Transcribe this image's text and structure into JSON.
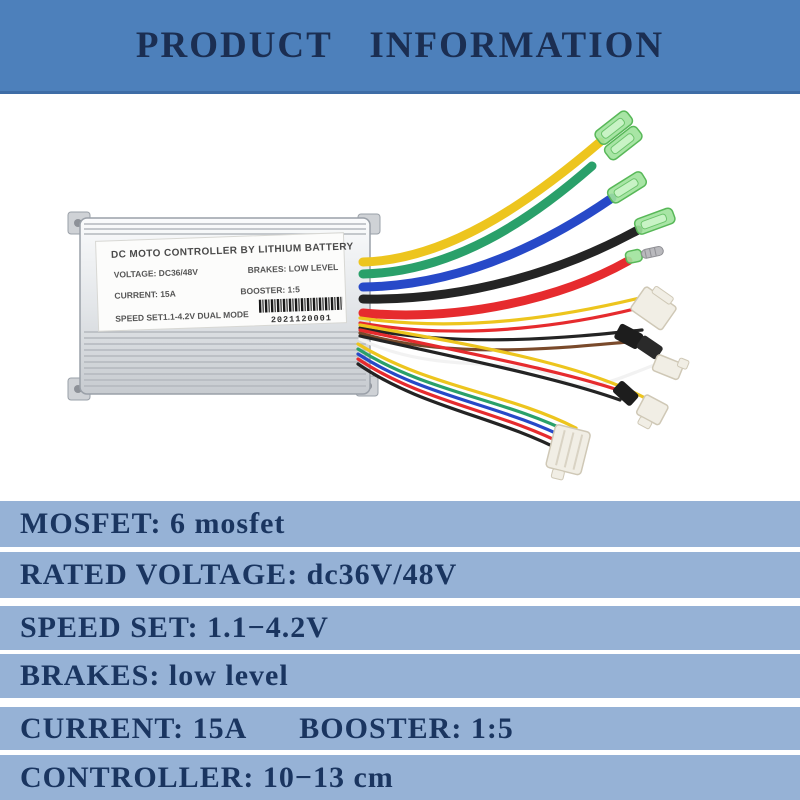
{
  "header": {
    "title": "PRODUCT INFORMATION"
  },
  "product_photo": {
    "label": {
      "title": "DC MOTO CONTROLLER BY LITHIUM BATTERY",
      "voltage": "VOLTAGE: DC36/48V",
      "brakes": "BRAKES: LOW LEVEL",
      "current": "CURRENT: 15A",
      "booster": "BOOSTER: 1:5",
      "speed": "SPEED SET1.1-4.2V DUAL MODE",
      "serial": "2021120001"
    }
  },
  "specs": {
    "rows": [
      {
        "text": "MOSFET: 6 mosfet"
      },
      {
        "text": "RATED VOLTAGE: dc36V/48V"
      },
      {
        "text": "SPEED SET: 1.1−4.2V"
      },
      {
        "text": "BRAKES: low level"
      },
      {
        "text": "CURRENT: 15A",
        "text2": "BOOSTER: 1:5"
      },
      {
        "text": "CONTROLLER: 10−13 cm"
      }
    ]
  },
  "colors": {
    "banner_blue": "#4d80bb",
    "banner_border": "#3e6da6",
    "row_blue": "#96b2d6",
    "text_navy": "#1a3560",
    "title_navy": "#1b2e52",
    "wire_yellow": "#edc51e",
    "wire_green": "#2aa06a",
    "wire_blue": "#2749c8",
    "wire_red": "#e62b2e",
    "wire_black": "#242424",
    "wire_brown": "#7a4a2b",
    "wire_white": "#f2f2f2",
    "connector_green": "#9fe29b",
    "connector_white": "#f1eee5",
    "connector_black": "#1d1d1d",
    "controller_silver": "#d9dcdf"
  }
}
